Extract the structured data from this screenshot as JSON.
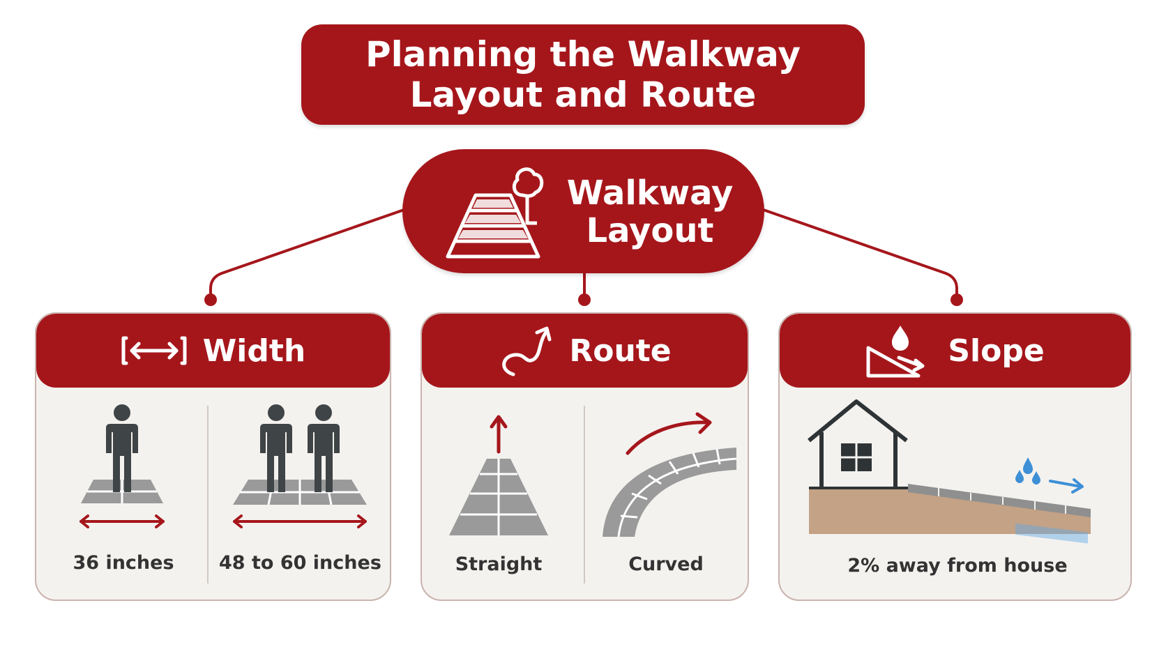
{
  "title": {
    "line1": "Planning the Walkway",
    "line2": "Layout and Route"
  },
  "hub": {
    "line1": "Walkway",
    "line2": "Layout",
    "icon": "walkway-tree-icon"
  },
  "colors": {
    "primary": "#a5161b",
    "panel": "#f4f2ef",
    "person": "#3f4446",
    "tile": "#9a9a9a",
    "water": "#3d8fd6",
    "soil": "#c4a286"
  },
  "cards": [
    {
      "heading": "Width",
      "icon": "width-arrows-icon",
      "options": [
        {
          "label": "36 inches",
          "icon": "one-person-icon"
        },
        {
          "label": "48 to 60 inches",
          "icon": "two-people-icon"
        }
      ]
    },
    {
      "heading": "Route",
      "icon": "curved-route-icon",
      "options": [
        {
          "label": "Straight",
          "icon": "straight-path-icon"
        },
        {
          "label": "Curved",
          "icon": "curved-path-icon"
        }
      ]
    },
    {
      "heading": "Slope",
      "icon": "slope-drop-icon",
      "options": [
        {
          "label": "2% away from house",
          "icon": "house-slope-icon"
        }
      ]
    }
  ]
}
